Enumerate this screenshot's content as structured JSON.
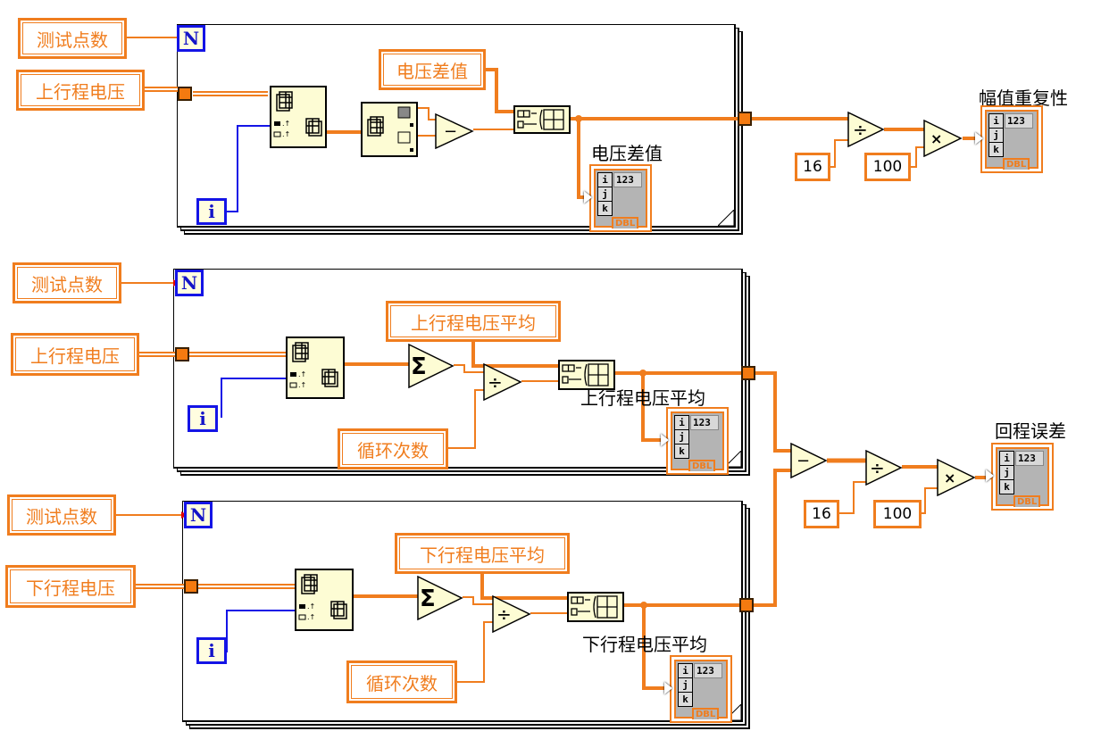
{
  "diagram": {
    "type": "LabVIEW block diagram",
    "colors": {
      "wire_dbl": "#f07d1e",
      "wire_i32": "#1414e6",
      "node_fill": "#fdfcd4",
      "tunnel": "#f47a10"
    },
    "section1": {
      "loop_count_label": "测试点数",
      "input_label": "上行程电压",
      "constant_label": "电压差值",
      "indicator_label": "电压差值",
      "result_label": "幅值重复性",
      "divisor": "16",
      "multiplier": "100",
      "ops": {
        "subtract": "−",
        "divide": "÷",
        "multiply": "×"
      }
    },
    "section2": {
      "loop_count_label": "测试点数",
      "input_label": "上行程电压",
      "constant_label": "上行程电压平均",
      "indicator_label": "上行程电压平均",
      "count_label": "循环次数",
      "ops": {
        "sum": "Σ",
        "divide": "÷"
      }
    },
    "section3": {
      "loop_count_label": "测试点数",
      "input_label": "下行程电压",
      "constant_label": "下行程电压平均",
      "indicator_label": "下行程电压平均",
      "count_label": "循环次数",
      "ops": {
        "sum": "Σ",
        "divide": "÷"
      }
    },
    "combine": {
      "result_label": "回程误差",
      "divisor": "16",
      "multiplier": "100",
      "ops": {
        "subtract": "−",
        "divide": "÷",
        "multiply": "×"
      }
    },
    "terminals": {
      "count": "N",
      "iteration": "i"
    },
    "indicator": {
      "index": [
        "i",
        "j",
        "k"
      ],
      "display": "123",
      "type": "DBL"
    }
  }
}
